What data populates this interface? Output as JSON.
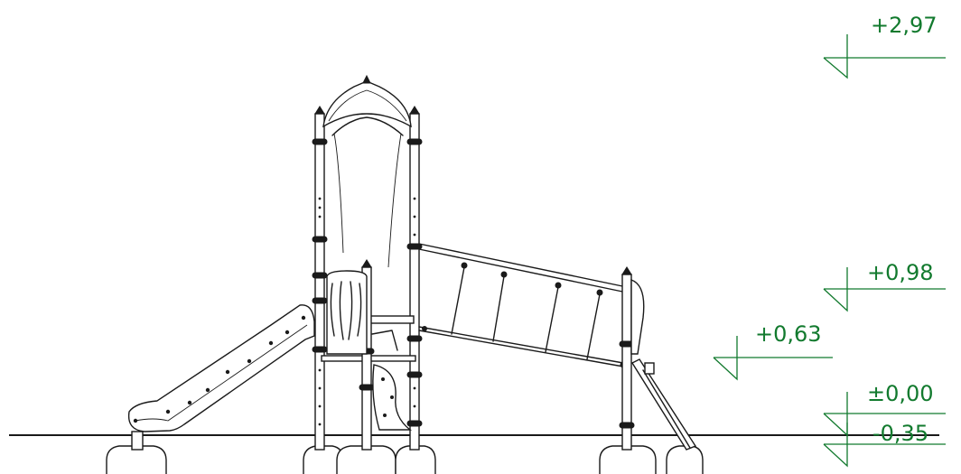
{
  "colors": {
    "level_marker": "#127a2e",
    "drawing_line": "#1a1a1a",
    "background": "#ffffff"
  },
  "levels": [
    {
      "id": "top",
      "label": "+2,97"
    },
    {
      "id": "platform-high",
      "label": "+0,98"
    },
    {
      "id": "platform-low",
      "label": "+0,63"
    },
    {
      "id": "ground",
      "label": "±0,00"
    },
    {
      "id": "foundation",
      "label": "-0,35"
    }
  ]
}
